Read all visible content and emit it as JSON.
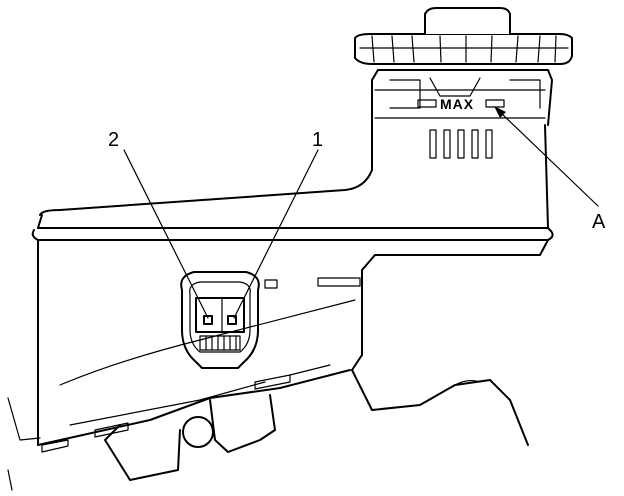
{
  "labels": {
    "callout_1": "1",
    "callout_2": "2",
    "callout_a": "A"
  },
  "embossed_text": {
    "max_mark": "MAX"
  }
}
